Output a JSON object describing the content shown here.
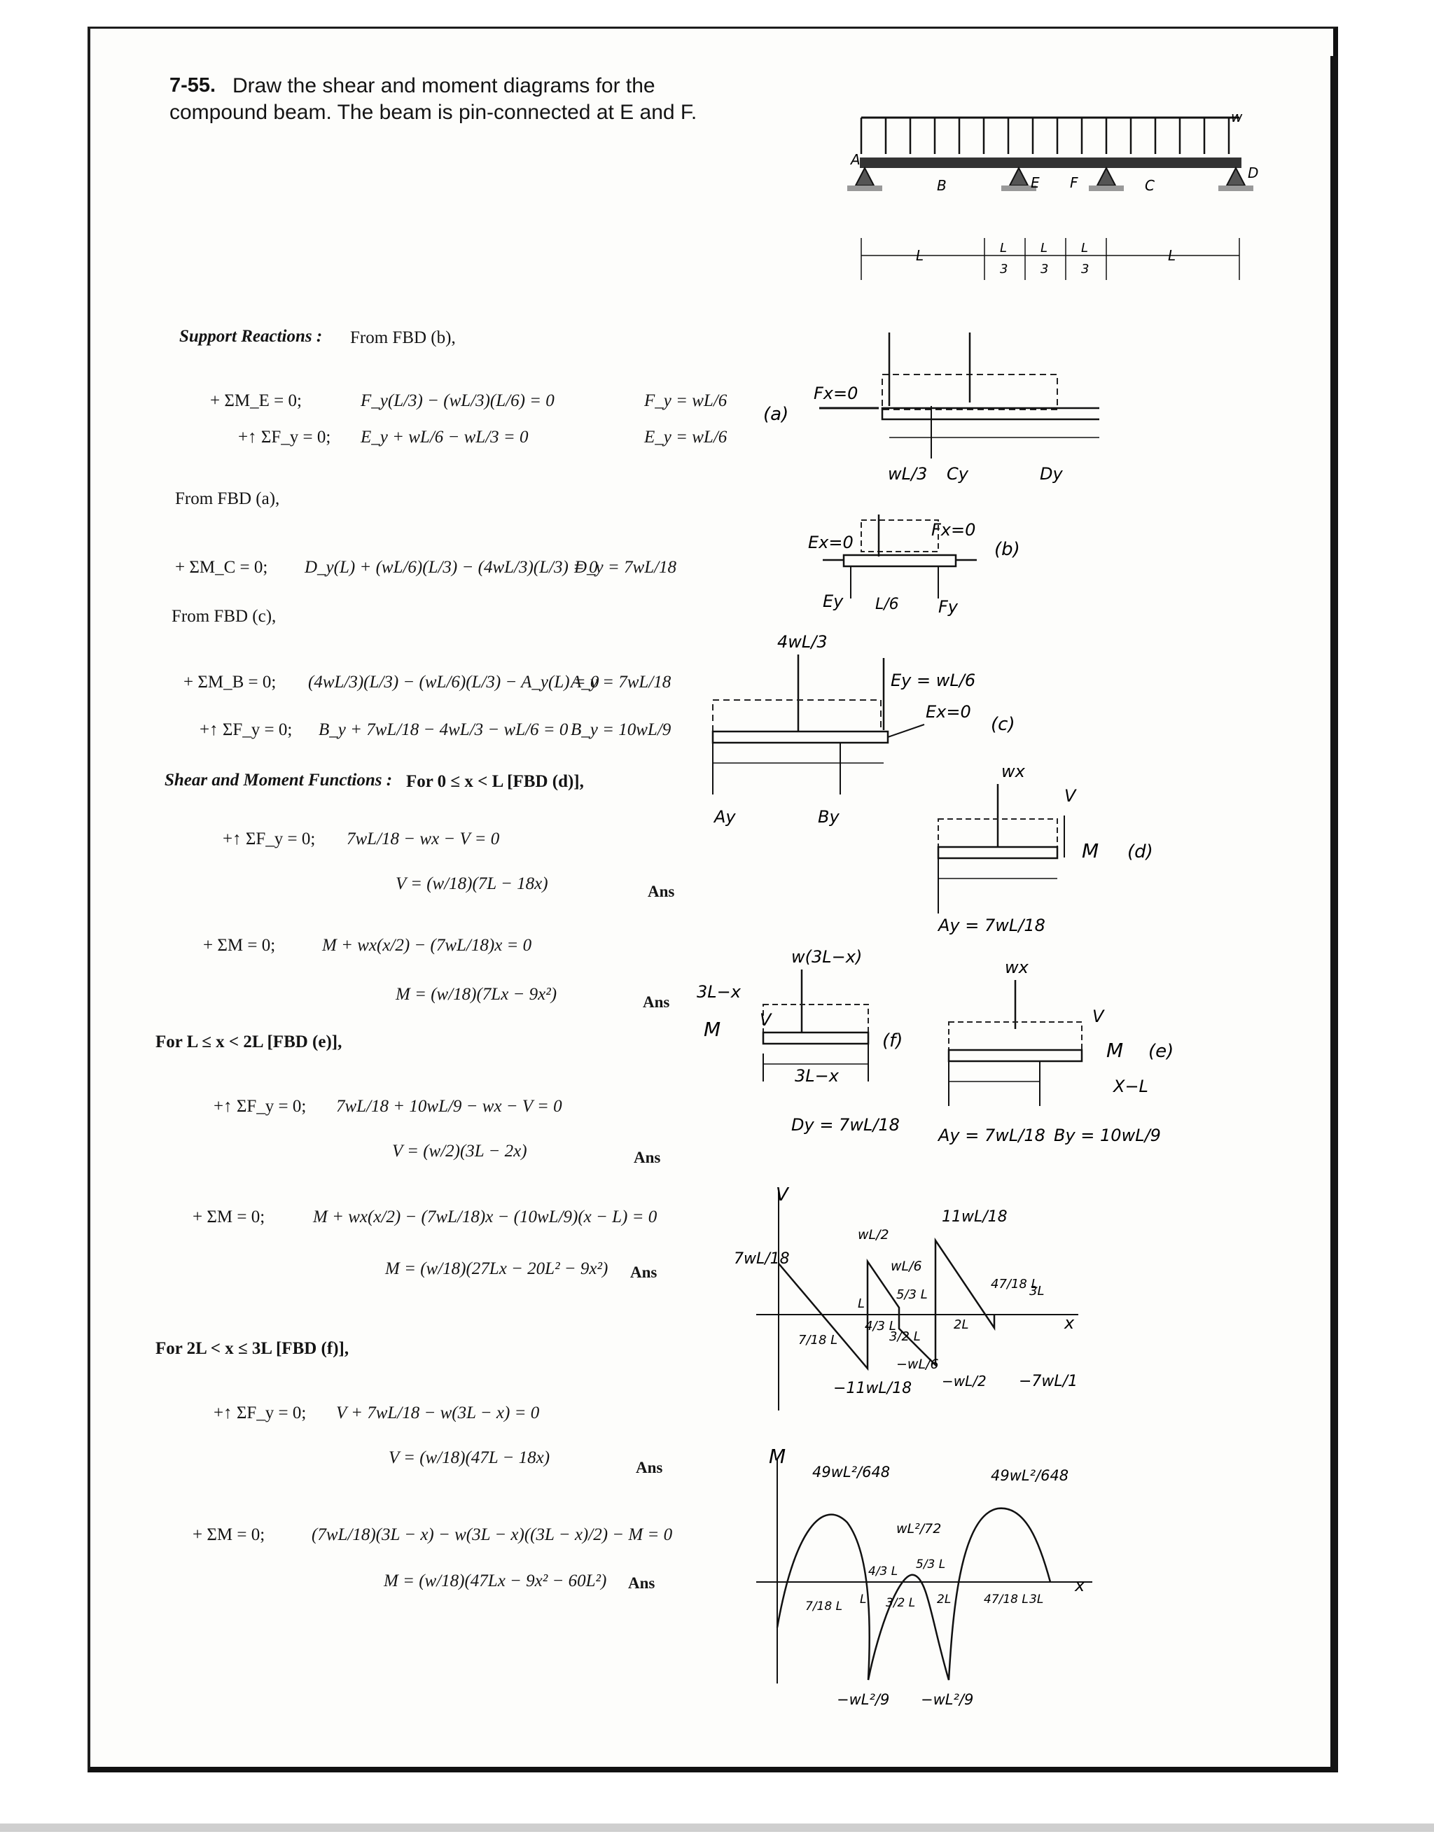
{
  "problem": {
    "number": "7-55.",
    "line1": "Draw the shear and moment diagrams for the",
    "line2": "compound beam. The beam is pin-connected at E and F."
  },
  "figure": {
    "load_label": "w",
    "support_labels": [
      "A",
      "B",
      "E",
      "F",
      "C",
      "D"
    ],
    "dims": [
      "L",
      "L",
      "L",
      "L",
      "L"
    ],
    "dim_denoms": [
      "3",
      "3",
      "3"
    ]
  },
  "reactions": {
    "heading": "Support Reactions :",
    "from_b": "From FBD (b),",
    "eq1_label": "+ ΣM_E = 0;",
    "eq1_body": "F_y(L/3) − (wL/3)(L/6) = 0",
    "eq1_result": "F_y = wL/6",
    "eq2_label": "+↑ ΣF_y = 0;",
    "eq2_body": "E_y + wL/6 − wL/3 = 0",
    "eq2_result": "E_y = wL/6",
    "from_a": "From FBD (a),",
    "eq3_label": "+ ΣM_C = 0;",
    "eq3_body": "D_y(L) + (wL/6)(L/3) − (4wL/3)(L/3) = 0",
    "eq3_result": "D_y = 7wL/18",
    "from_c": "From FBD (c),",
    "eq4_label": "+ ΣM_B = 0;",
    "eq4_body": "(4wL/3)(L/3) − (wL/6)(L/3) − A_y(L) = 0",
    "eq4_result": "A_y = 7wL/18",
    "eq5_label": "+↑ ΣF_y = 0;",
    "eq5_body": "B_y + 7wL/18 − 4wL/3 − wL/6 = 0",
    "eq5_result": "B_y = 10wL/9"
  },
  "functions": {
    "heading": "Shear and Moment Functions :",
    "range1": "For 0 ≤ x < L [FBD (d)],",
    "s1_label": "+↑ ΣF_y = 0;",
    "s1_eq": "7wL/18 − wx − V = 0",
    "s1_result": "V = (w/18)(7L − 18x)",
    "m1_label": "+ ΣM = 0;",
    "m1_eq": "M + wx(x/2) − (7wL/18)x = 0",
    "m1_result": "M = (w/18)(7Lx − 9x²)",
    "range2": "For L ≤ x < 2L [FBD (e)],",
    "s2_label": "+↑ ΣF_y = 0;",
    "s2_eq": "7wL/18 + 10wL/9 − wx − V = 0",
    "s2_result": "V = (w/2)(3L − 2x)",
    "m2_label": "+ ΣM = 0;",
    "m2_eq": "M + wx(x/2) − (7wL/18)x − (10wL/9)(x − L) = 0",
    "m2_result": "M = (w/18)(27Lx − 20L² − 9x²)",
    "range3": "For 2L < x ≤ 3L [FBD (f)],",
    "s3_label": "+↑ ΣF_y = 0;",
    "s3_eq": "V + 7wL/18 − w(3L − x) = 0",
    "s3_result": "V = (w/18)(47L − 18x)",
    "m3_label": "+ ΣM = 0;",
    "m3_eq": "(7wL/18)(3L − x) − w(3L − x)((3L − x)/2) − M = 0",
    "m3_result": "M = (w/18)(47Lx − 9x² − 60L²)",
    "ans": "Ans"
  },
  "sketches": {
    "fbd_a": "(a)",
    "fbd_b": "(b)",
    "fbd_c": "(c)",
    "fbd_d": "(d)",
    "fbd_e": "(e)",
    "fbd_f": "(f)",
    "fx0": "Fx=0",
    "ex0": "Ex=0",
    "wl3": "wL/3",
    "cy": "Cy",
    "dy": "Dy",
    "ey": "Ey",
    "fy": "Fy",
    "l6": "L/6",
    "fourwl3": "4wL/3",
    "eywl6": "Ey = wL/6",
    "ay": "Ay",
    "by": "By",
    "wx": "wx",
    "v": "V",
    "m": "M",
    "ay_eq": "Ay = 7wL/18",
    "by_eq": "By = 10wL/9",
    "dy_eq": "Dy = 7wL/18",
    "w3lx": "w(3L−x)",
    "threelx": "3L−x",
    "xl": "X−L"
  },
  "shear_diagram": {
    "axis_v": "V",
    "axis_x": "x",
    "labels": [
      "7wL/18",
      "11wL/18",
      "wL/2",
      "wL/6",
      "7/18 L",
      "L",
      "4/3 L",
      "3/2 L",
      "5/3 L",
      "2L",
      "47/18 L",
      "3L",
      "−11wL/18",
      "−wL/6",
      "−wL/2",
      "−7wL/18"
    ]
  },
  "moment_diagram": {
    "axis_m": "M",
    "axis_x": "x",
    "labels": [
      "49wL²/648",
      "49wL²/648",
      "wL²/72",
      "7/18 L",
      "L",
      "4/3 L",
      "3/2 L",
      "5/3 L",
      "2L",
      "47/18 L",
      "3L",
      "−wL²/9",
      "−wL²/9"
    ]
  }
}
